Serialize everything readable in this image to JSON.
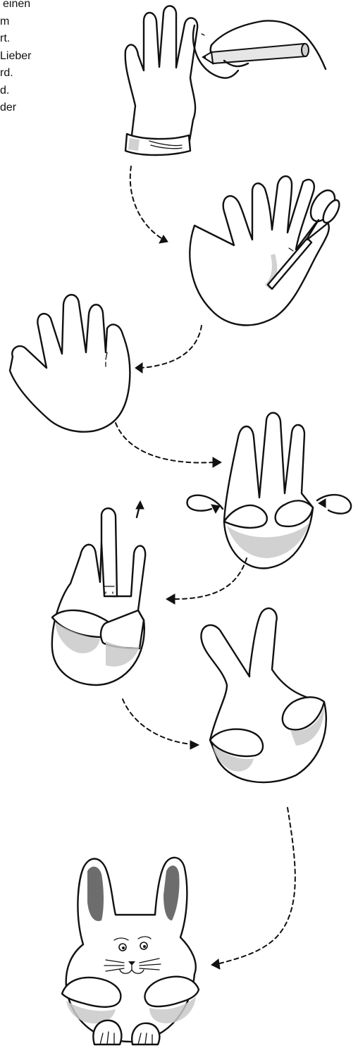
{
  "instructions": {
    "lines": [
      "einen",
      "m",
      "rt.",
      "Lieber",
      "rd.",
      "d.",
      "der"
    ]
  }
}
